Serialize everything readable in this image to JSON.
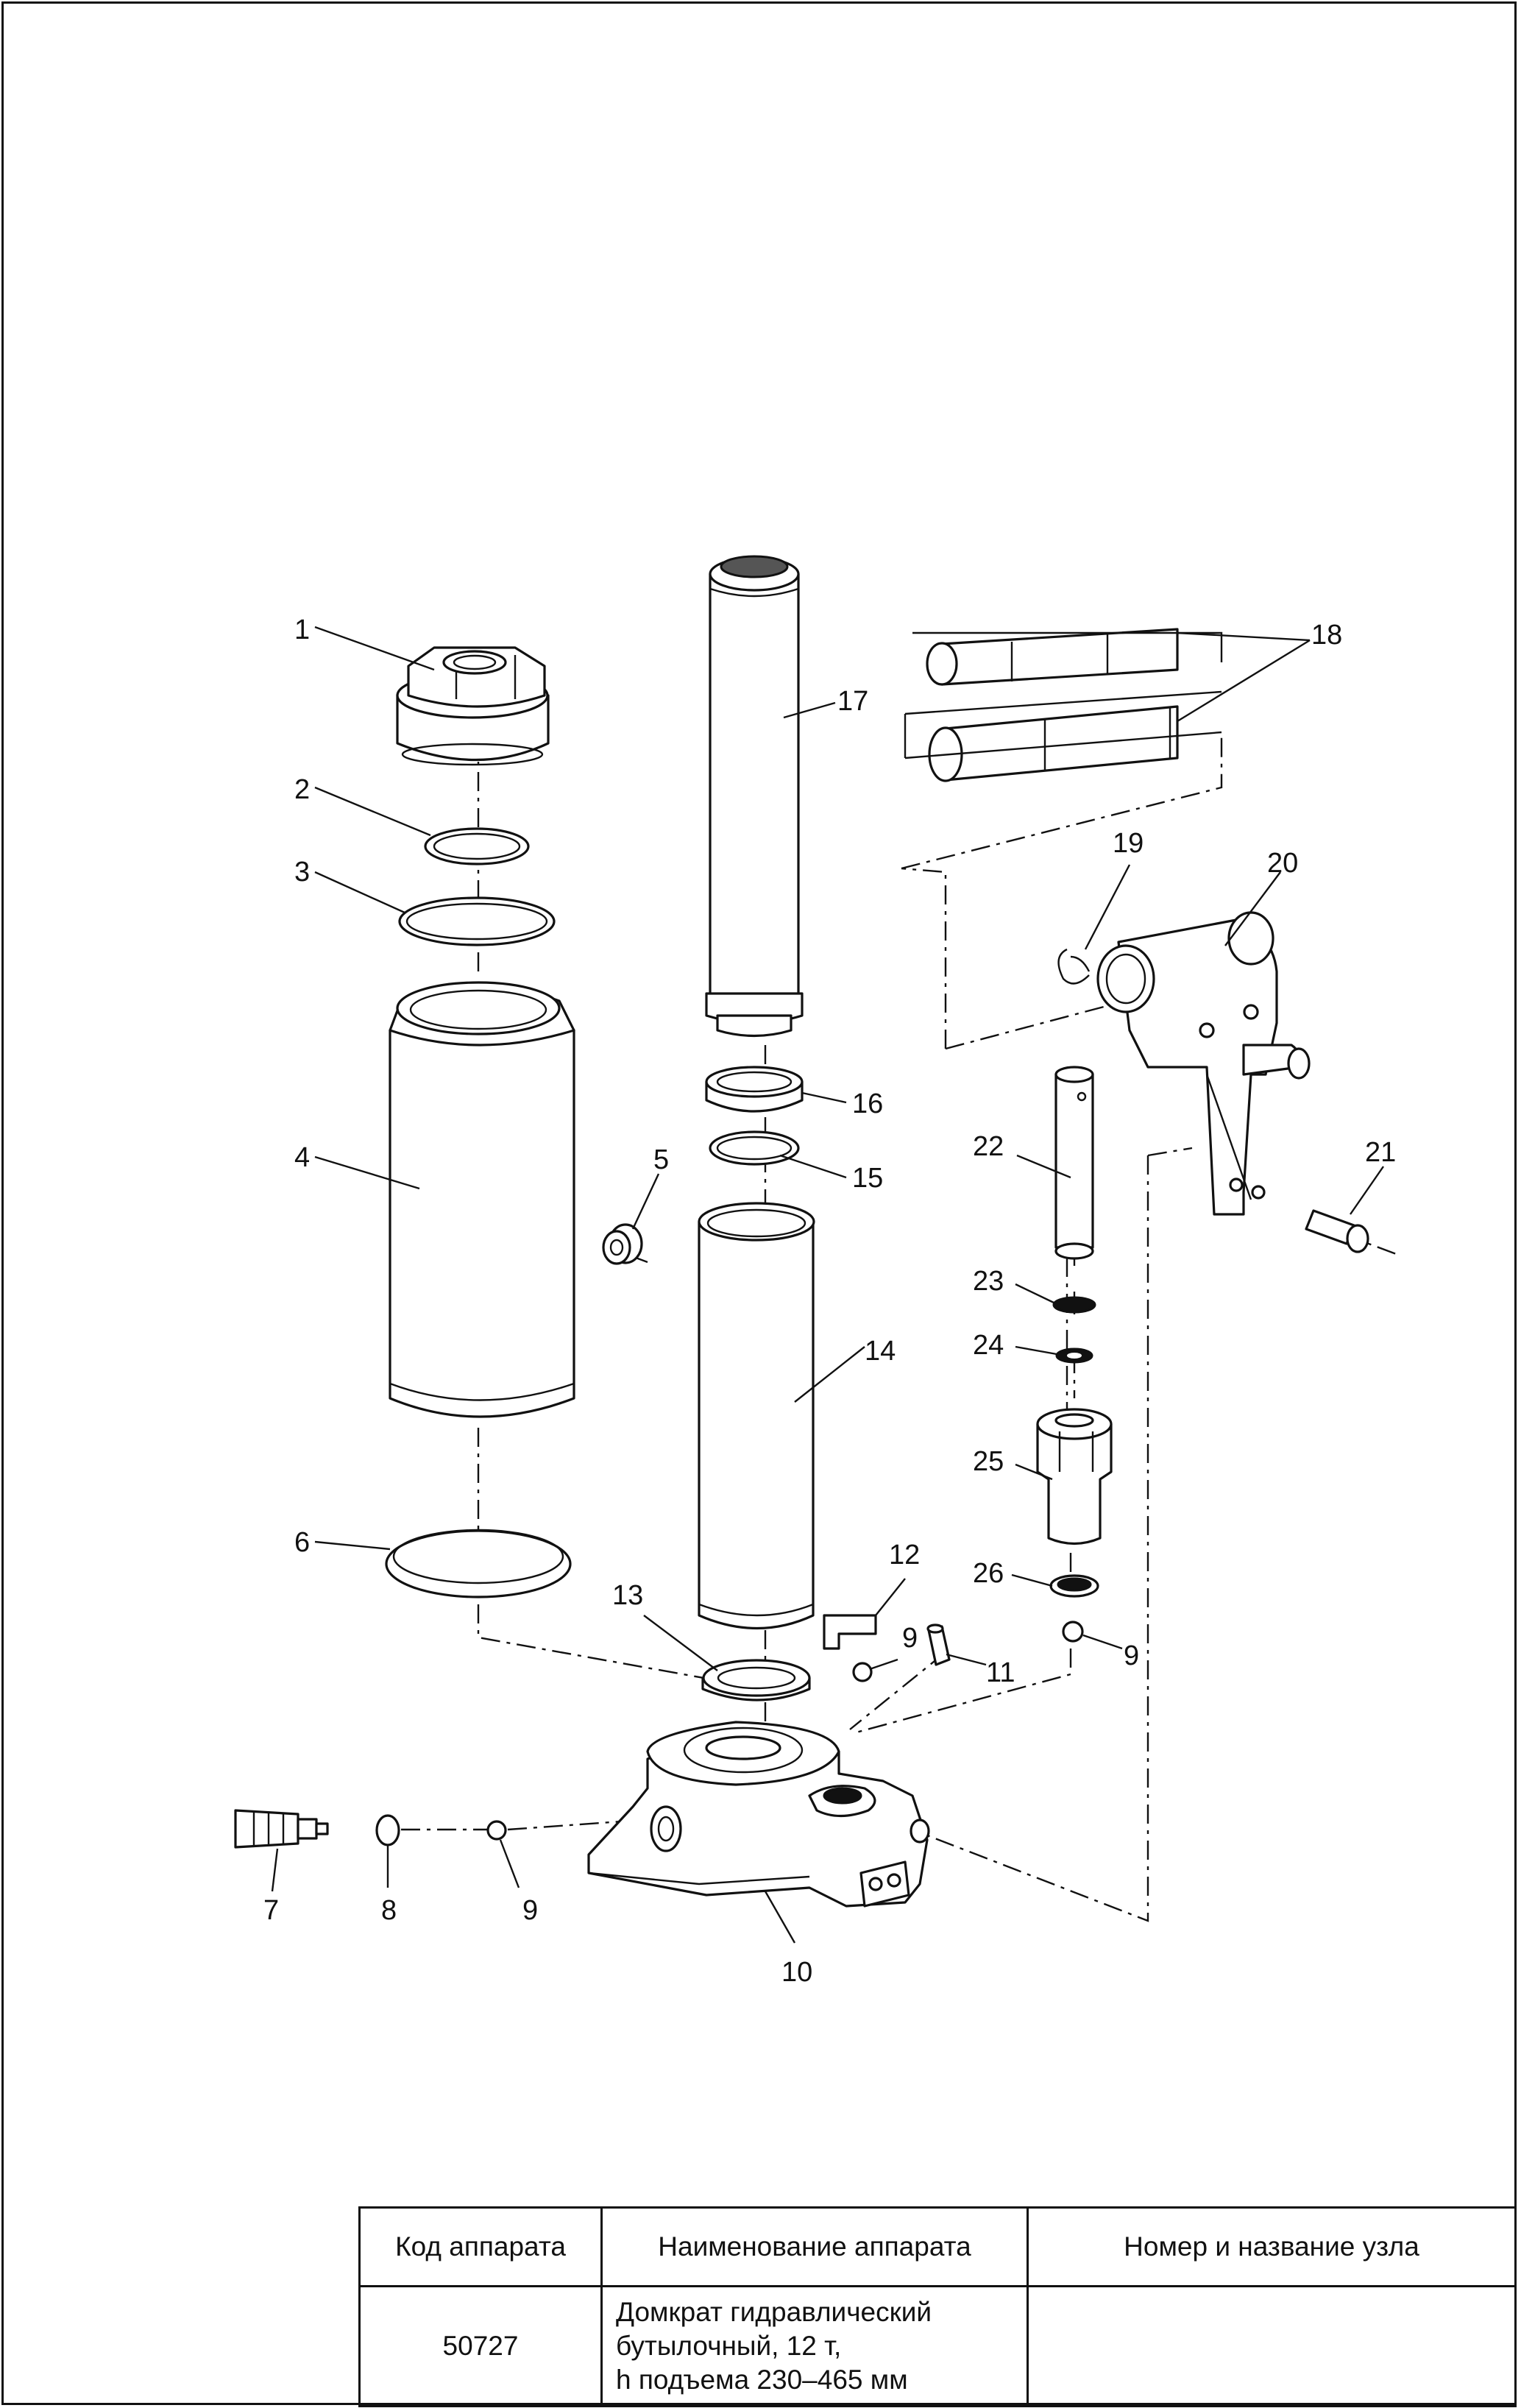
{
  "labels": {
    "l1": "1",
    "l2": "2",
    "l3": "3",
    "l4": "4",
    "l5": "5",
    "l6": "6",
    "l7": "7",
    "l8": "8",
    "l9a": "9",
    "l9b": "9",
    "l9c": "9",
    "l10": "10",
    "l11": "11",
    "l12": "12",
    "l13": "13",
    "l14": "14",
    "l15": "15",
    "l16": "16",
    "l17": "17",
    "l18": "18",
    "l19": "19",
    "l20": "20",
    "l21": "21",
    "l22": "22",
    "l23": "23",
    "l24": "24",
    "l25": "25",
    "l26": "26"
  },
  "title_block": {
    "header_code": "Код аппарата",
    "header_name": "Наименование аппарата",
    "header_assembly": "Номер и название узла",
    "code": "50727",
    "name_line1": "Домкрат гидравлический",
    "name_line2": "бутылочный, 12 т,",
    "name_line3": "h подъема 230–465 мм",
    "assembly": ""
  }
}
